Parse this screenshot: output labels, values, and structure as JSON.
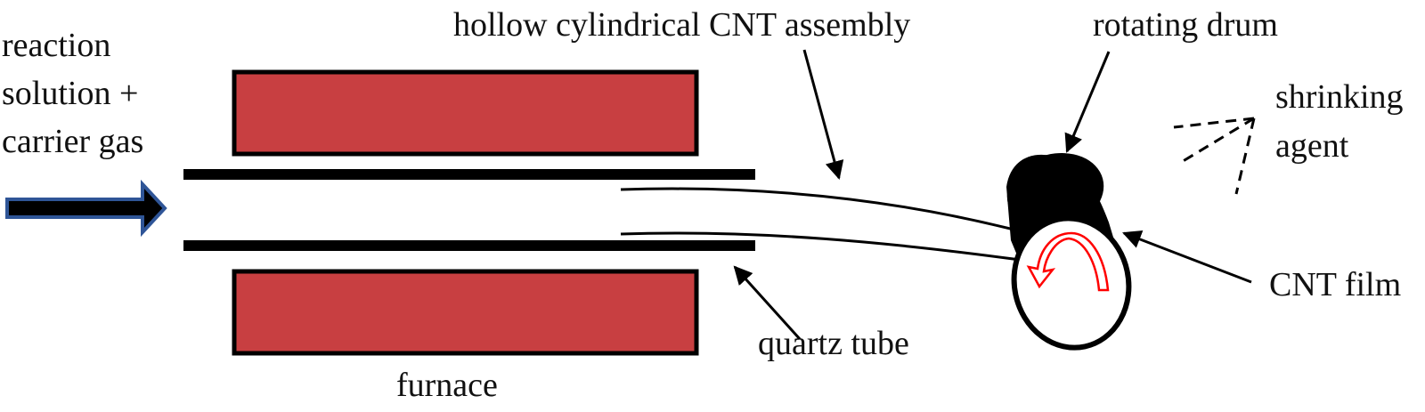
{
  "labels": {
    "inlet_line1": "reaction",
    "inlet_line2": "solution +",
    "inlet_line3": "carrier gas",
    "assembly": "hollow cylindrical CNT assembly",
    "drum": "rotating drum",
    "shrink_line1": "shrinking",
    "shrink_line2": "agent",
    "film": "CNT film",
    "quartz": "quartz tube",
    "furnace": "furnace"
  },
  "colors": {
    "furnace_fill": "#c83f41",
    "inlet_arrow_fill": "#000000",
    "inlet_arrow_border": "#2f5597",
    "rotation_arrow": "#ff0000",
    "ink": "#000000"
  }
}
